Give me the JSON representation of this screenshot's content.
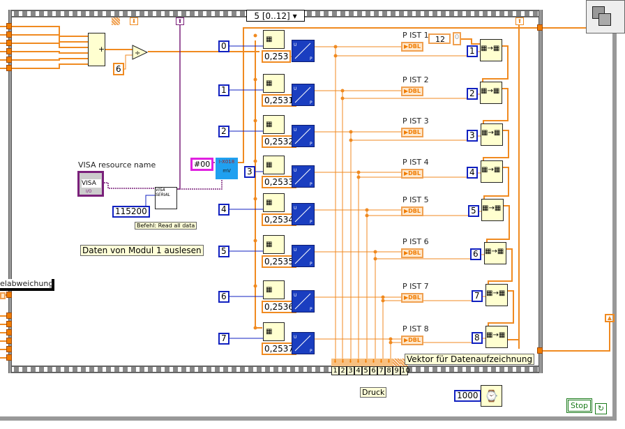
{
  "case_selector": {
    "value": "5 [0..12]"
  },
  "divisor_constant": "6",
  "visa": {
    "label": "VISA resource name",
    "control_text": "VISA",
    "io_text": "I/O",
    "serial_node": "VISA SERIAL",
    "baud_constant": "115200"
  },
  "address_constant": "#00",
  "module_node": {
    "line1": "I-X018",
    "line2": "mV"
  },
  "notes": {
    "command": "Befehl: Read all data",
    "read_module": "Daten von Modul 1 auslesen",
    "vector": "Vektor für Datenaufzeichnung",
    "deviation": "elabweichung",
    "pressure": "Druck"
  },
  "array_size_control": {
    "value": "12",
    "init": "0"
  },
  "rows": [
    {
      "index": "0",
      "value": "0,253",
      "label": "P IST 1",
      "out_index": "1"
    },
    {
      "index": "1",
      "value": "0,2531",
      "label": "P IST 2",
      "out_index": "2"
    },
    {
      "index": "2",
      "value": "0,2532",
      "label": "P IST 3",
      "out_index": "3"
    },
    {
      "index": "3",
      "value": "0,2533",
      "label": "P IST 4",
      "out_index": "4"
    },
    {
      "index": "4",
      "value": "0,2534",
      "label": "P IST 5",
      "out_index": "5"
    },
    {
      "index": "5",
      "value": "0,2535",
      "label": "P IST 6",
      "out_index": "6"
    },
    {
      "index": "6",
      "value": "0,2536",
      "label": "P IST 7",
      "out_index": "7"
    },
    {
      "index": "7",
      "value": "0,2537",
      "label": "P IST 8",
      "out_index": "8"
    }
  ],
  "indicator_type": "DBL",
  "bundle_elements": [
    "1",
    "2",
    "3",
    "4",
    "5",
    "6",
    "7",
    "8",
    "9",
    "10"
  ],
  "wait_constant": "1000",
  "stop_button": "Stop",
  "colors": {
    "wire_numeric": "#f08a20",
    "wire_int": "#1020c0",
    "wire_visa": "#7a207a",
    "node_bg": "#ffffd0",
    "subvi_blue": "#1a3ec0"
  }
}
